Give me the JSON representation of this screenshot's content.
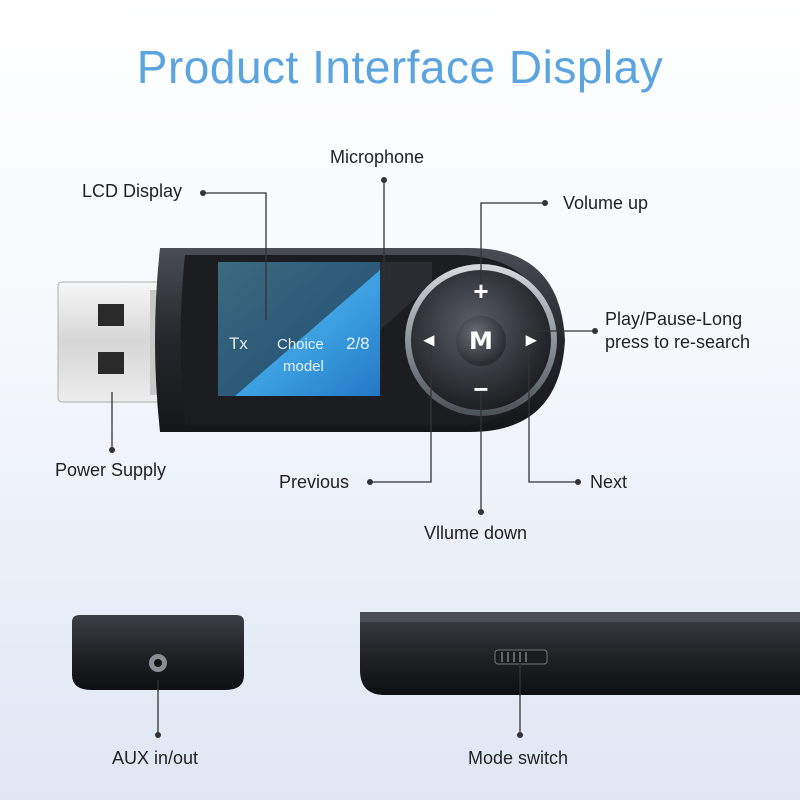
{
  "header": {
    "title": "Product Interface Display"
  },
  "screen": {
    "mode": "Tx",
    "line1": "Choice",
    "line2": "model",
    "track": "2/8",
    "button_m": "M",
    "plus_symbol": "+",
    "minus_symbol": "−",
    "prev_symbol": "◂",
    "next_symbol": "▸"
  },
  "labels": {
    "microphone": "Microphone",
    "lcd_display": "LCD Display",
    "volume_up": "Volume up",
    "play_pause_line1": "Play/Pause-Long",
    "play_pause_line2": "press to re-search",
    "power_supply": "Power Supply",
    "previous": "Previous",
    "next": "Next",
    "volume_down": "Vllume down",
    "aux": "AUX in/out",
    "mode_switch": "Mode switch"
  },
  "colors": {
    "title": "#5ba4e0",
    "device_body": "#2a2c31",
    "lcd": "#3fa9e6",
    "callout": "#222222"
  }
}
